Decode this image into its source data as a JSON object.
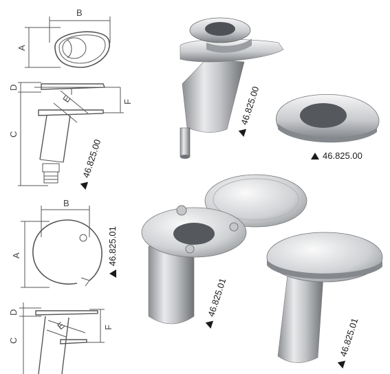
{
  "refs": {
    "top_photo_vertical": "46.825.00",
    "top_photo_cap": "46.825.00",
    "top_drawing": "46.825.00",
    "bottom_drawing": "46.825.01",
    "bottom_photo_left": "46.825.01",
    "bottom_photo_right": "46.825.01"
  },
  "dimensions": {
    "top": {
      "a": "A",
      "b": "B",
      "c": "C",
      "d": "D",
      "e": "E",
      "f": "F"
    },
    "bottom": {
      "a": "A",
      "b": "B",
      "c": "C",
      "d": "D",
      "e": "E",
      "f": "F"
    }
  },
  "colors": {
    "steel_light": "#e8e8ea",
    "steel_mid": "#b5b7ba",
    "steel_dark": "#6f7276",
    "line": "#555555"
  }
}
